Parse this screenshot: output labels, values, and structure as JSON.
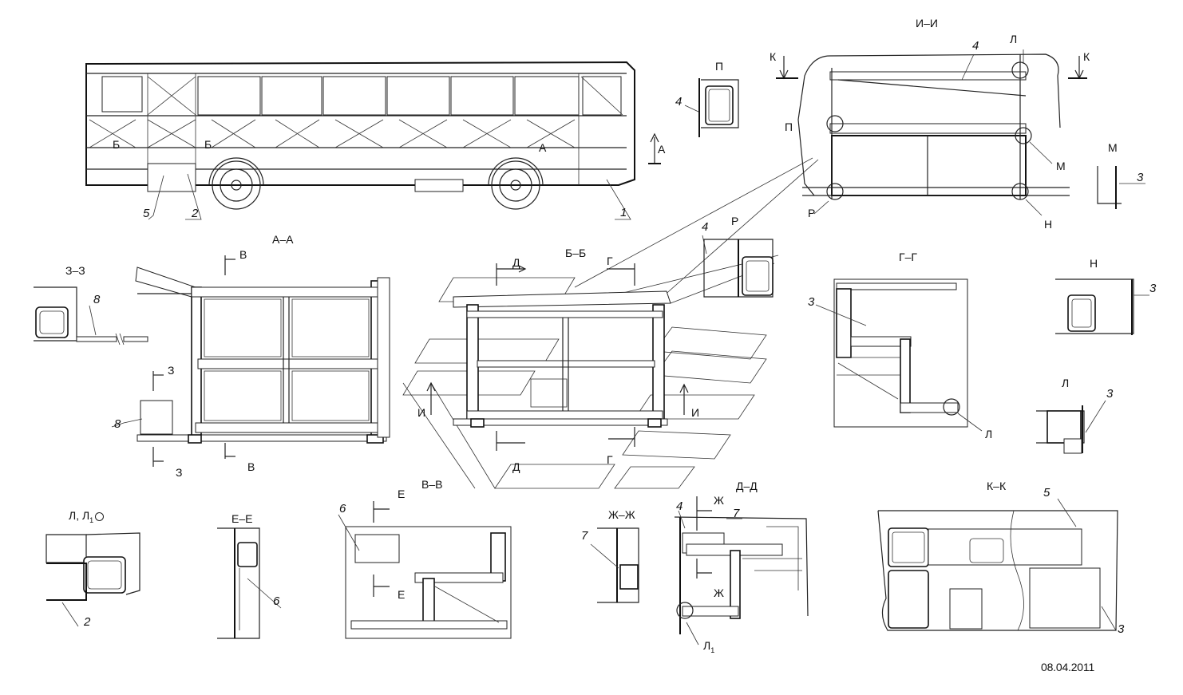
{
  "date": "08.04.2011",
  "sections": {
    "ii": "И–И",
    "aa": "А–А",
    "bb": "Б–Б",
    "gg": "Г–Г",
    "zz": "З–З",
    "vv": "В–В",
    "ee": "Е–Е",
    "zhzh": "Ж–Ж",
    "dd": "Д–Д",
    "kk": "К–К",
    "p": "П",
    "r": "Р",
    "m": "М",
    "n": "Н",
    "l": "Л",
    "ll1": "Л, Л"
  },
  "markers": {
    "a": "А",
    "b": "Б",
    "v": "В",
    "g": "Г",
    "d": "Д",
    "e": "Е",
    "zh": "Ж",
    "z": "З",
    "i": "И",
    "k": "К",
    "l": "Л",
    "l1": "Л",
    "m": "М",
    "n": "Н",
    "p": "П",
    "r": "Р"
  },
  "parts": [
    "1",
    "2",
    "3",
    "4",
    "5",
    "6",
    "7",
    "8"
  ],
  "subscript": "1"
}
